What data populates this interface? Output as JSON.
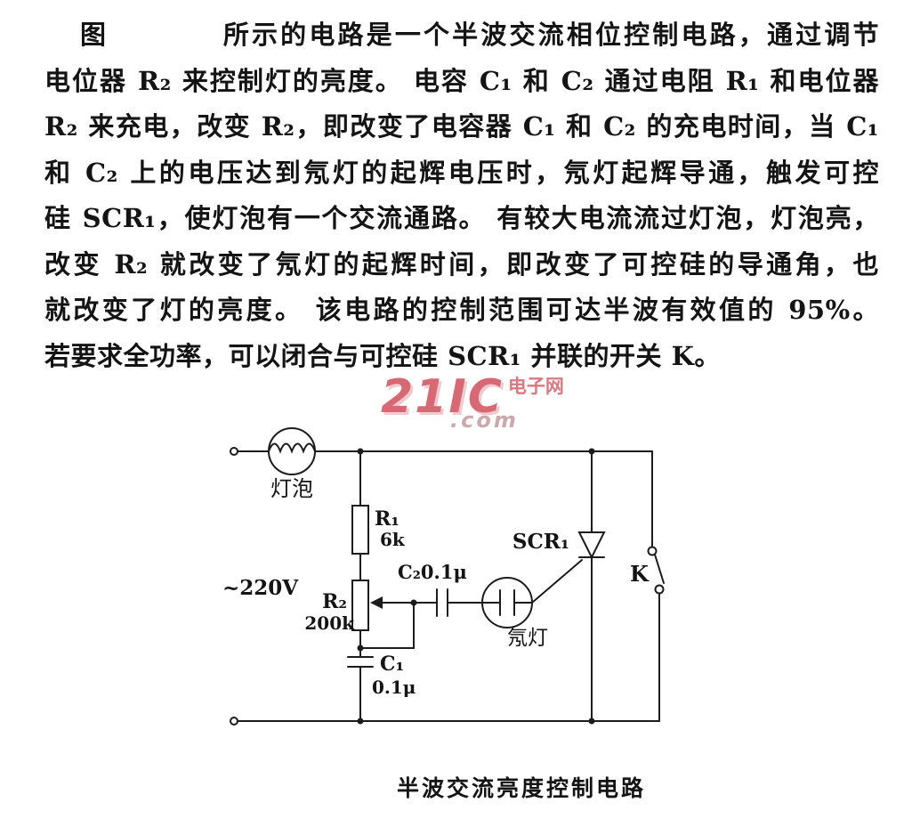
{
  "document": {
    "paragraph_lines": [
      "图　　　　所示的电路是一个半波交流相位控制电路，通过调节",
      "电位器 R₂ 来控制灯的亮度。 电容 C₁ 和 C₂ 通过电阻 R₁ 和电位器",
      "R₂ 来充电，改变 R₂，即改变了电容器 C₁ 和 C₂ 的充电时间，当 C₁",
      "和 C₂ 上的电压达到氖灯的起辉电压时，氖灯起辉导通，触发可控",
      "硅 SCR₁，使灯泡有一个交流通路。 有较大电流流过灯泡，灯泡亮，",
      "改变 R₂ 就改变了氖灯的起辉时间，即改变了可控硅的导通角，也",
      "就改变了灯的亮度。 该电路的控制范围可达半波有效值的 95%。",
      "若要求全功率，可以闭合与可控硅 SCR₁ 并联的开关 K。"
    ],
    "caption": "半波交流亮度控制电路"
  },
  "watermark": {
    "brand": "21IC",
    "site_name": "电子网",
    "domain_suffix": ".com"
  },
  "circuit": {
    "labels": {
      "lamp": "灯泡",
      "source_voltage": "~220V",
      "r1_name": "R₁",
      "r1_value": "6k",
      "r2_name": "R₂",
      "r2_value": "200k",
      "c2_label": "C₂0.1μ",
      "c1_name": "C₁",
      "c1_value": "0.1μ",
      "scr_name": "SCR₁",
      "neon_lamp": "氖灯",
      "switch_name": "K"
    }
  }
}
